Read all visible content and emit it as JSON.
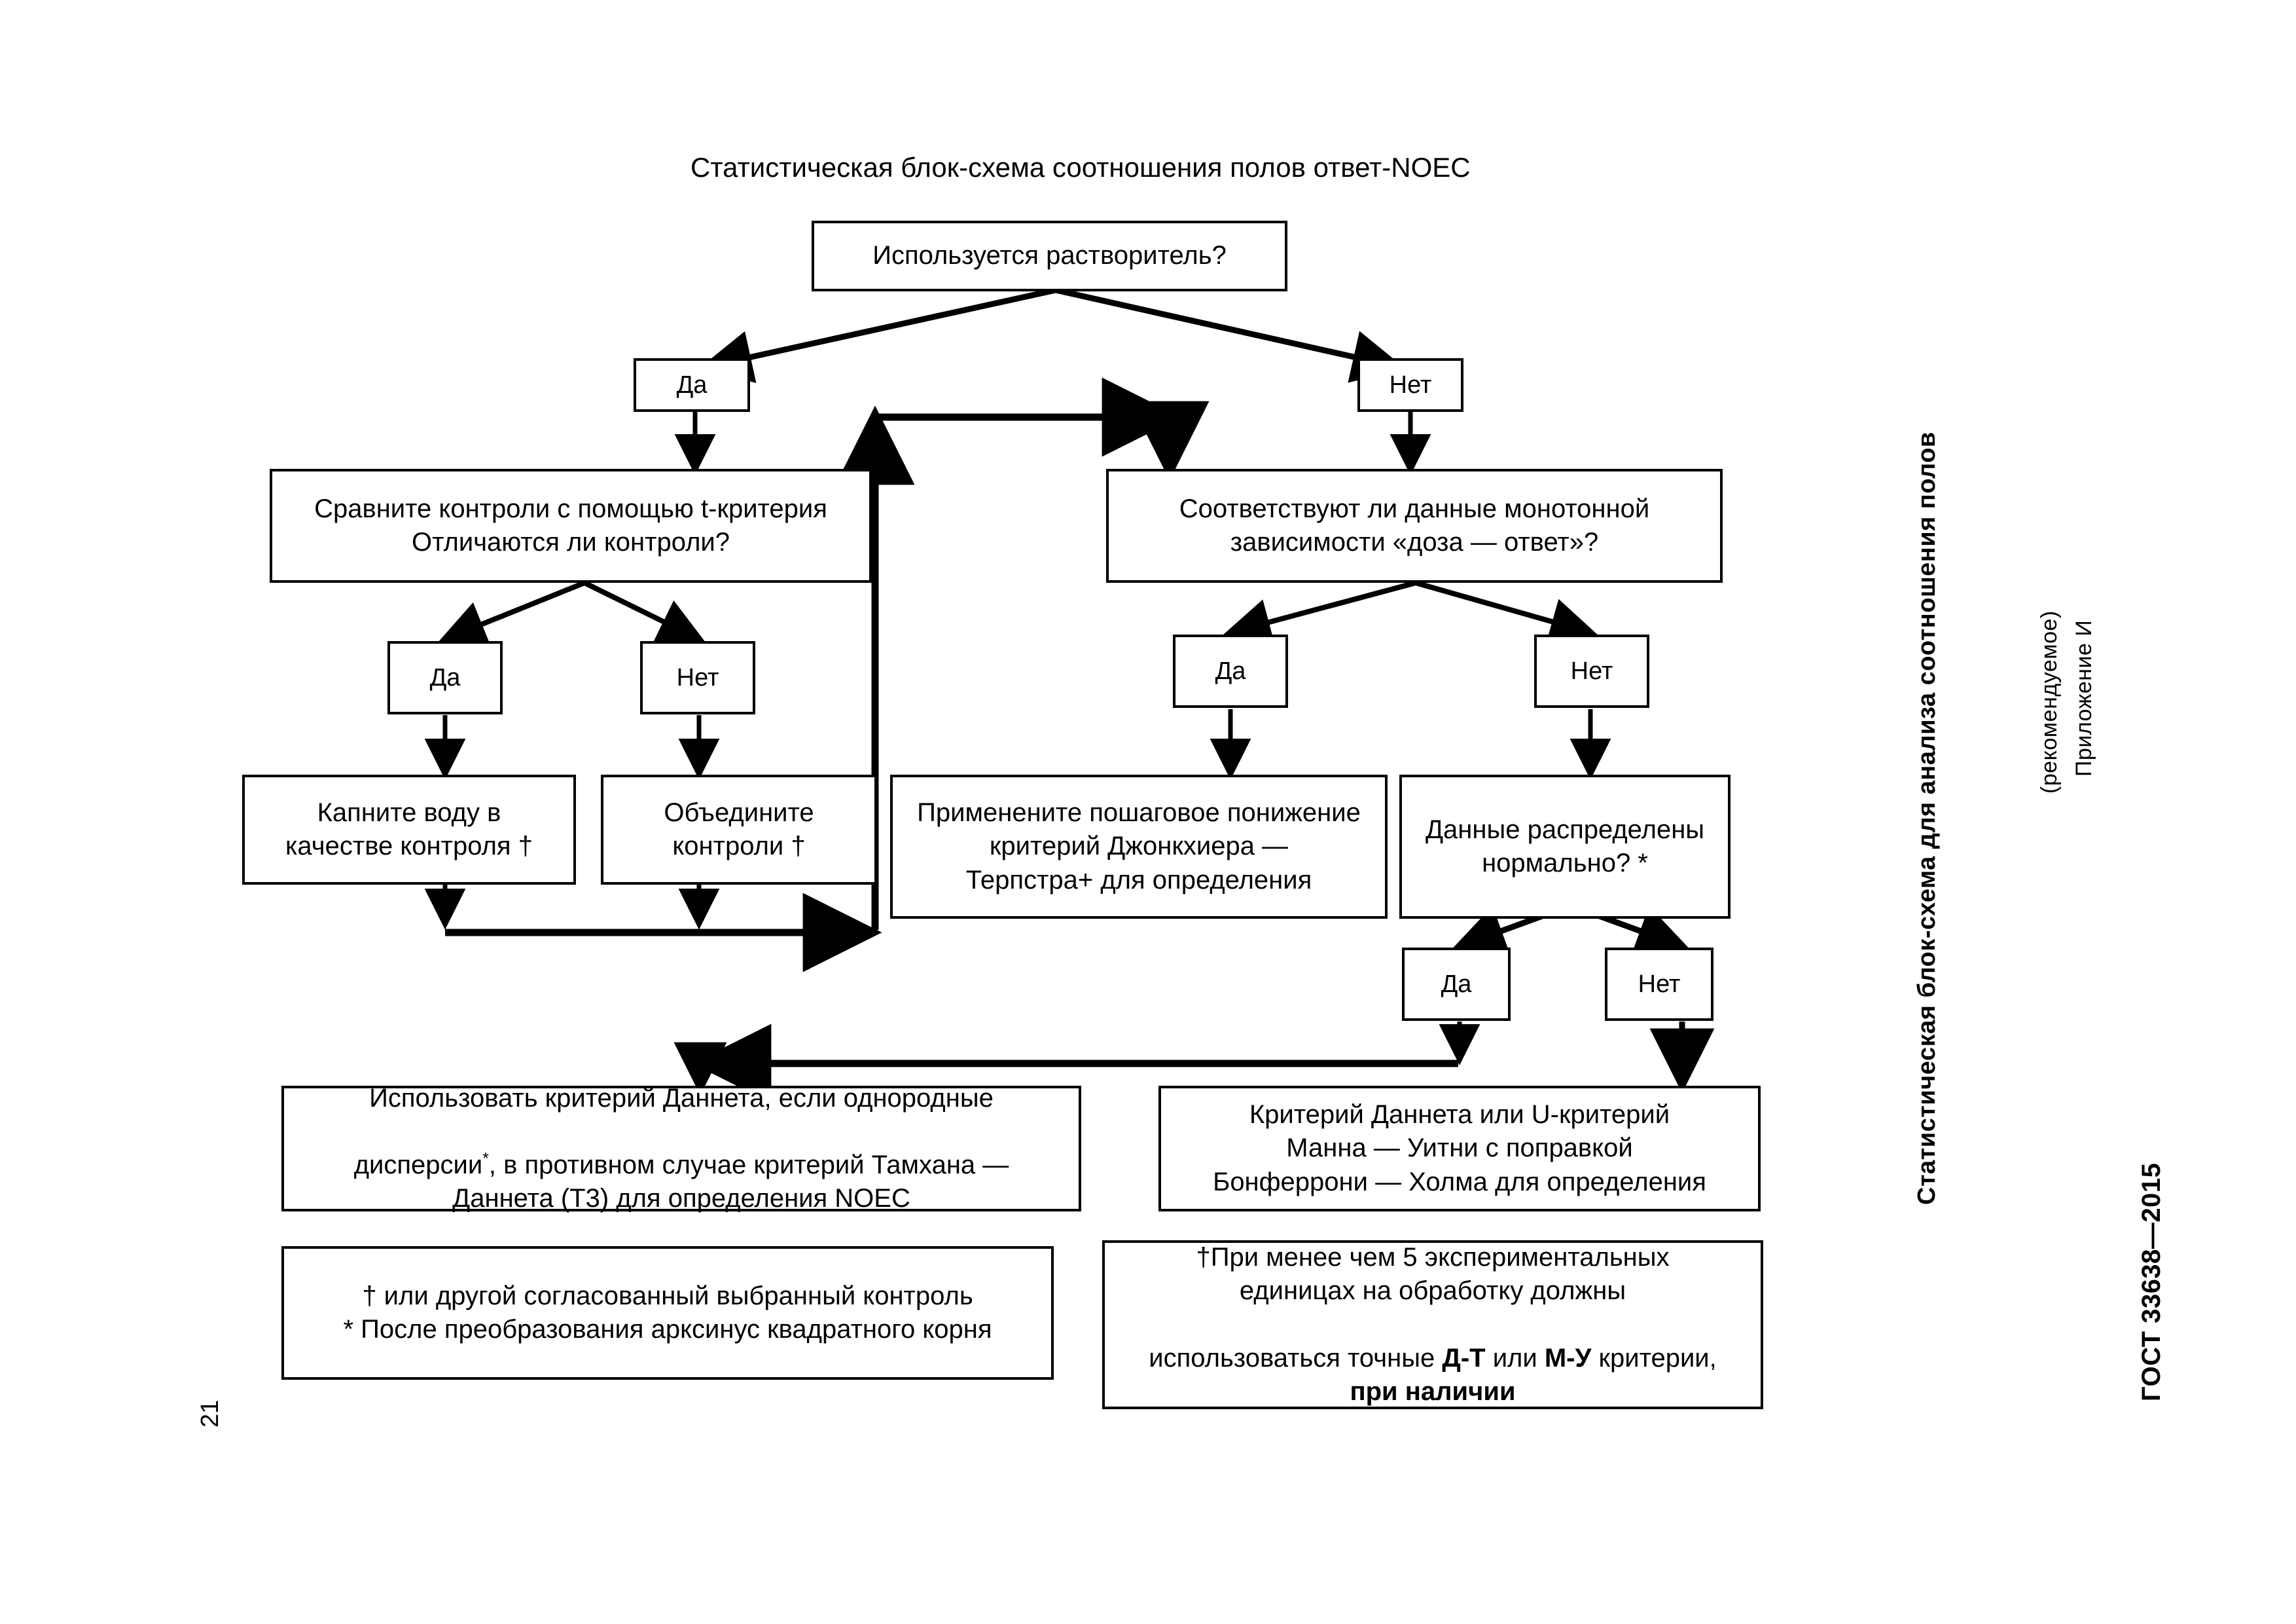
{
  "page": {
    "number": "21",
    "standard_label": "ГОСТ 33638—2015",
    "annex_label": "Приложение И",
    "annex_sub": "(рекомендуемое)",
    "running_head": "Статистическая блок-схема для анализа соотношения полов"
  },
  "diagram": {
    "title": "Статистическая блок-схема соотношения полов ответ-NOEC",
    "nodes": {
      "solvent_q": "Используется растворитель?",
      "solvent_yes": "Да",
      "solvent_no": "Нет",
      "compare_controls": "Сравните контроли с помощью t-критерия\nОтличаются ли контроли?",
      "monotonic_q": "Соответствуют ли данные монотонной\nзависимости «доза — ответ»?",
      "compare_yes": "Да",
      "compare_no": "Нет",
      "mono_yes": "Да",
      "mono_no": "Нет",
      "drop_water": "Капните воду в\nкачестве контроля †",
      "merge_controls": "Объедините\nконтроли †",
      "jonckheere": "Применените пошаговое понижение\nкритерий Джонкхиера —\nТерпстра+ для определения",
      "normal_q": "Данные распределены\nнормально? *",
      "normal_yes": "Да",
      "normal_no": "Нет",
      "dunnett_line1": "Использовать критерий Даннета, если однородные",
      "dunnett_line2_a": "дисперсии",
      "dunnett_line2_sup": "*",
      "dunnett_line2_b": ", в противном случае критерий Тамхана —",
      "dunnett_line3": "Даннета (T3) для определения NOEC",
      "mannwhitney": "Критерий Даннета или U-критерий\nМанна — Уитни с поправкой\nБонферрони — Холма для определения",
      "footnote_left": "† или другой согласованный выбранный контроль\n* После преобразования арксинус квадратного корня",
      "footnote_right_line1": "†При менее чем 5 экспериментальных",
      "footnote_right_line2": "единицах на обработку должны",
      "footnote_right_line3_a": "использоваться точные ",
      "footnote_right_line3_b": "Д-Т",
      "footnote_right_line3_c": " или ",
      "footnote_right_line3_d": "М-У",
      "footnote_right_line3_e": " критерии,",
      "footnote_right_line4": "при наличии"
    }
  },
  "colors": {
    "stroke": "#000000",
    "background": "#ffffff"
  }
}
